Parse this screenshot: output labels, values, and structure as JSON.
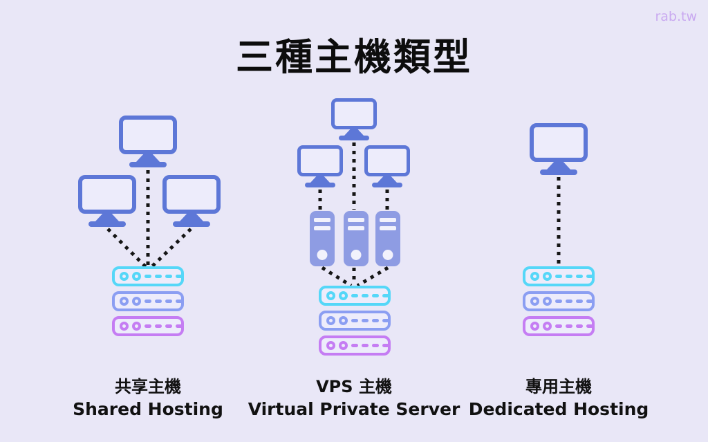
{
  "header": {
    "title": "三種主機類型",
    "watermark": "rab.tw"
  },
  "colors": {
    "background": "#e9e7f7",
    "monitor_blue": "#5d77d7",
    "tower_blue": "#8e9ce3",
    "server_cyan": "#55d7f8",
    "server_periwinkle": "#8b9ef2",
    "server_purple": "#c57df3",
    "connector_black": "#151515",
    "watermark_purple": "#c9a9f0",
    "label_black": "#111111"
  },
  "columns": [
    {
      "id": "shared-hosting",
      "label_zh": "共享主機",
      "label_en": "Shared Hosting",
      "client_monitors": 3,
      "tower_servers": 0,
      "rack_rows": 3
    },
    {
      "id": "vps-hosting",
      "label_zh": "VPS 主機",
      "label_en": "Virtual Private Server",
      "client_monitors": 3,
      "tower_servers": 3,
      "rack_rows": 3
    },
    {
      "id": "dedicated-hosting",
      "label_zh": "專用主機",
      "label_en": "Dedicated Hosting",
      "client_monitors": 1,
      "tower_servers": 0,
      "rack_rows": 3
    }
  ]
}
